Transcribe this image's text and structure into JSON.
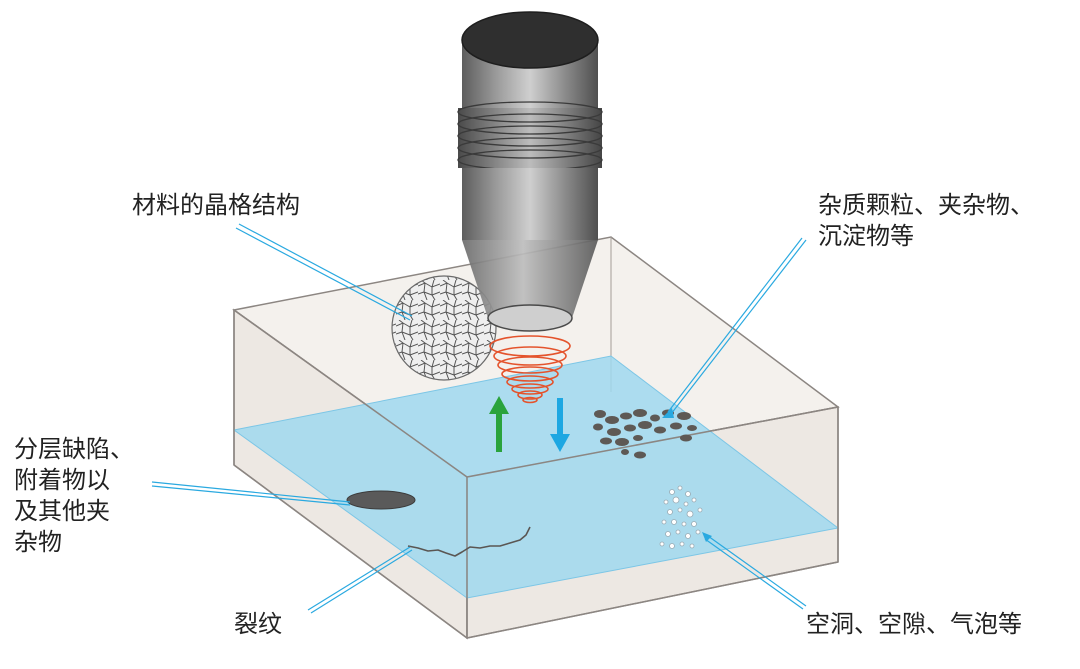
{
  "labels": {
    "lattice": [
      "材料的晶格结构"
    ],
    "impurities": [
      "杂质颗粒、夹杂物、",
      "沉淀物等"
    ],
    "delamination": [
      "分层缺陷、",
      "附着物以",
      "及其他夹",
      "杂物"
    ],
    "crack": [
      "裂纹"
    ],
    "voids": [
      "空洞、空隙、气泡等"
    ]
  },
  "colors": {
    "leader_line": "#2aa9e0",
    "water_plane": "#9fd8ef",
    "block_fill": "#e7e0da",
    "block_edge": "#8c8682",
    "emit_arrow": "#2aa33c",
    "return_arrow": "#1da7e2",
    "ultrasound_beam": "#e4532c",
    "transducer": "#6f6f6f"
  },
  "icons": [
    "transducer-probe",
    "ultrasound-cone",
    "crystal-lattice",
    "impurity-particles",
    "void-bubbles",
    "crack",
    "delamination-disc"
  ]
}
